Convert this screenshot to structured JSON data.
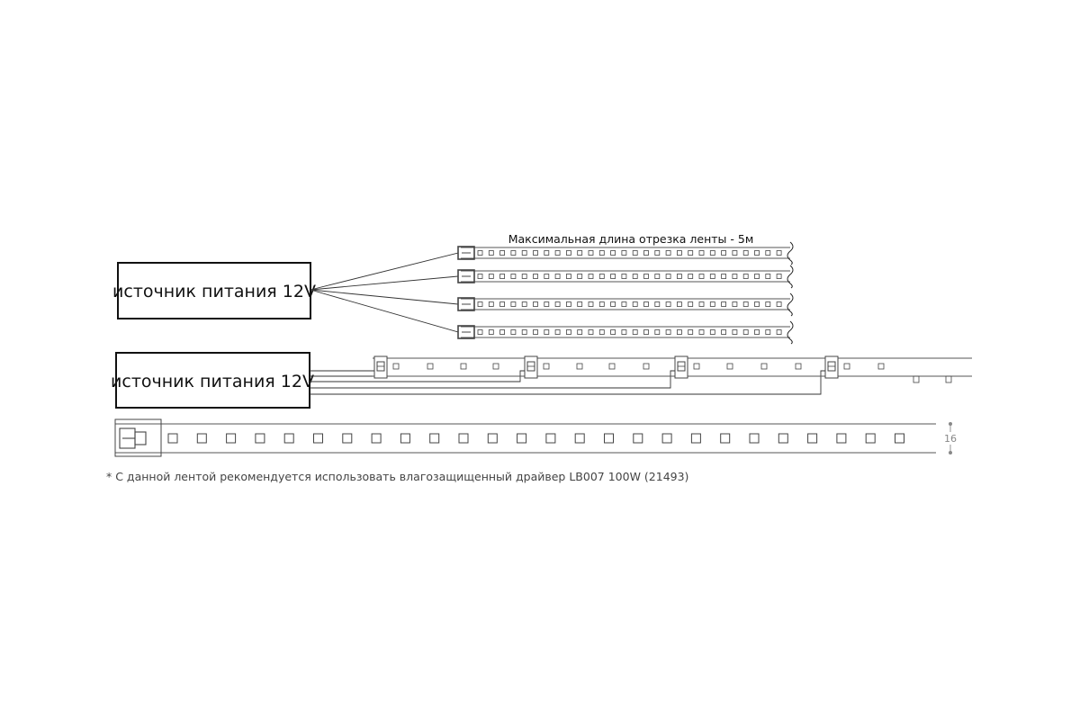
{
  "psu_top": {
    "label": "источник питания 12V"
  },
  "psu_bottom": {
    "label": "источник питания 12V"
  },
  "strip_caption": "Максимальная длина отрезка ленты - 5м",
  "dimension_label": "16",
  "footnote": "* С данной лентой рекомендуется использовать влагозащищенный драйвер LB007 100W (21493)",
  "colors": {
    "line": "#222222",
    "strip_line": "#555555",
    "dimension": "#888888"
  }
}
